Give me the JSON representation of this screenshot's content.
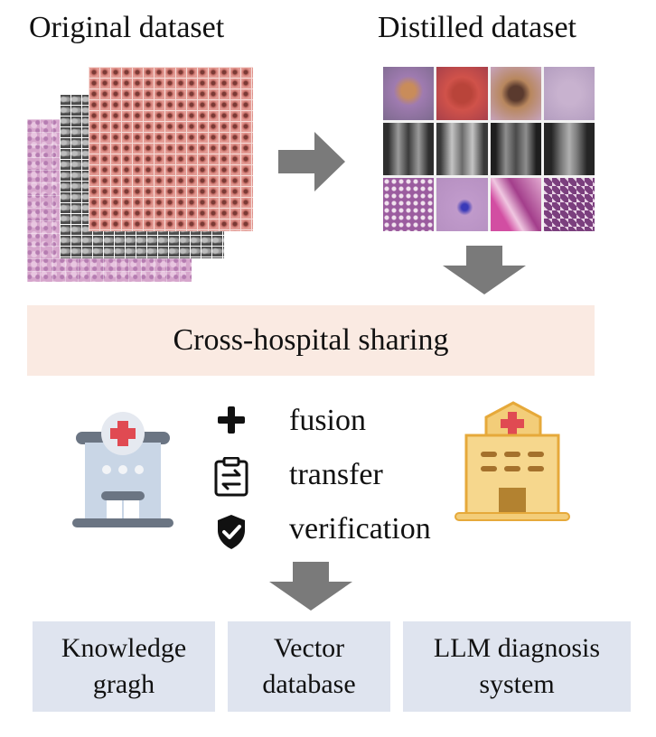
{
  "titles": {
    "original": "Original dataset",
    "distilled": "Distilled dataset"
  },
  "sharing": {
    "label": "Cross-hospital sharing"
  },
  "operations": [
    {
      "label": "fusion",
      "icon": "plus-icon"
    },
    {
      "label": "transfer",
      "icon": "clipboard-transfer-icon"
    },
    {
      "label": "verification",
      "icon": "shield-check-icon"
    }
  ],
  "outputs": [
    {
      "label": "Knowledge\ngragh"
    },
    {
      "label": "Vector\ndatabase"
    },
    {
      "label": "LLM diagnosis\nsystem"
    }
  ],
  "colors": {
    "band": "#faeae2",
    "output_box": "#dfe4ef",
    "arrow": "#7a7a7a",
    "histology": "#d9a9cf",
    "xray": "#5a5a5a",
    "dermoscopy": "#e08a86",
    "hospital_blue": "#c9d6e6",
    "hospital_gold": "#f3cd79",
    "cross_red": "#e04a52"
  }
}
